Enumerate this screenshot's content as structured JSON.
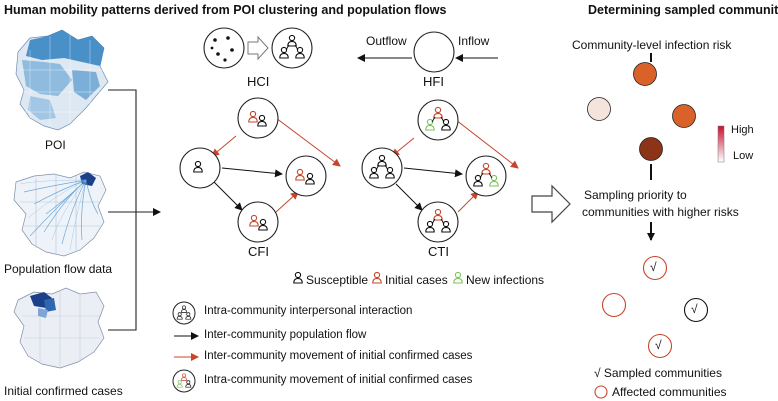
{
  "left_panel": {
    "title": "Human mobility patterns derived from POI clustering and population flows",
    "maps": {
      "poi": "POI",
      "flow": "Population flow data",
      "cases": "Initial confirmed cases"
    },
    "abbr": {
      "hci": "HCI",
      "hfi": "HFI",
      "cfi": "CFI",
      "cti": "CTI"
    },
    "flow_labels": {
      "outflow": "Outflow",
      "inflow": "Inflow"
    },
    "person_legend": {
      "susceptible": "Susceptible",
      "initial": "Initial cases",
      "new": "New infections"
    },
    "legend": [
      "Intra-community interpersonal interaction",
      "Inter-community population flow",
      "Inter-community movement of initial confirmed cases",
      "Intra-community movement of initial confirmed cases"
    ]
  },
  "right_panel": {
    "title": "Determining sampled communities",
    "risk_title": "Community-level infection risk",
    "colorbar": {
      "high": "High",
      "low": "Low"
    },
    "priority_line1": "Sampling priority to",
    "priority_line2": "communities with higher risks",
    "check": "√",
    "sampled": "√ Sampled communities",
    "affected": "Affected communities"
  },
  "colors": {
    "initial_case": "#c8452b",
    "new_infection": "#7cc35a",
    "map_blue": "#2f7fbf",
    "map_dark": "#1c3f8a",
    "risk_dark": "#8b3417",
    "risk_mid": "#d9622a",
    "risk_light": "#f4e4dc"
  }
}
